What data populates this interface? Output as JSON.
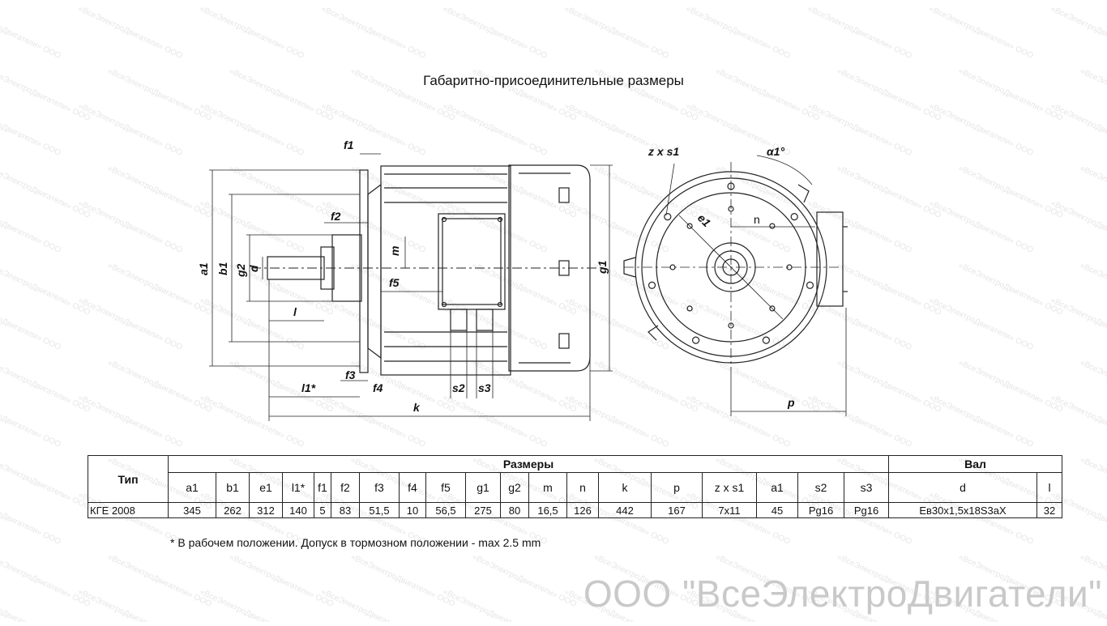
{
  "title": "Габаритно-присоединительные размеры",
  "drawing_labels": {
    "f1": "f1",
    "f2": "f2",
    "f3": "f3",
    "f4": "f4",
    "f5": "f5",
    "a1": "a1",
    "b1": "b1",
    "g2": "g2",
    "d": "d",
    "m": "m",
    "l": "l",
    "l1": "l1*",
    "s2": "s2",
    "s3": "s3",
    "k": "k",
    "g1": "g1",
    "zxs1": "z x s1",
    "e1": "e1",
    "n": "n",
    "alpha": "α1°",
    "p": "p"
  },
  "table": {
    "type_header": "Тип",
    "sizes_header": "Размеры",
    "shaft_header": "Вал",
    "columns": [
      "a1",
      "b1",
      "e1",
      "l1*",
      "f1",
      "f2",
      "f3",
      "f4",
      "f5",
      "g1",
      "g2",
      "m",
      "n",
      "k",
      "p",
      "z x s1",
      "a1",
      "s2",
      "s3",
      "d",
      "l"
    ],
    "row": {
      "type": "КГЕ 2008",
      "values": [
        "345",
        "262",
        "312",
        "140",
        "5",
        "83",
        "51,5",
        "10",
        "56,5",
        "275",
        "80",
        "16,5",
        "126",
        "442",
        "167",
        "7x11",
        "45",
        "Pg16",
        "Pg16",
        "Ев30х1,5х18S3аХ",
        "32"
      ]
    }
  },
  "note": "* В рабочем положении. Допуск в тормозном положении - max 2.5 mm",
  "brand": "ООО \"ВсеЭлектроДвигатели\"",
  "watermark": "«ВсеЭлектроДвигатели» ООО",
  "colors": {
    "line": "#222222",
    "watermark": "#e6e6e6",
    "brand": "#c9c9c9"
  }
}
